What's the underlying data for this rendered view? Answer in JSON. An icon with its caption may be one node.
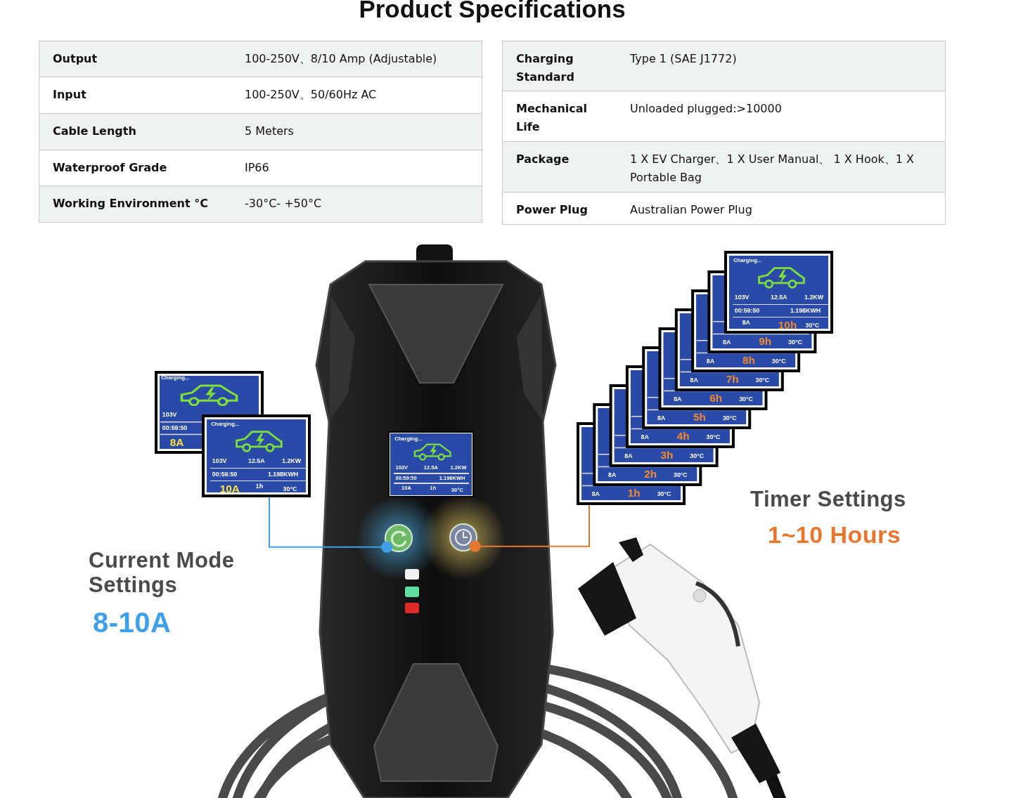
{
  "diagram": {
    "title": "Product Specifications",
    "nodes": [
      {
        "text": [
          "Charging...",
          "103V",
          "00:59:50",
          "8A"
        ]
      },
      {
        "text": [
          "Charging...",
          "103V",
          "12.5A",
          "1.2KW",
          "00:59:50",
          "1.198KWH",
          "10A",
          "1h",
          "30°C"
        ]
      },
      {
        "text": [
          "Charging...",
          "103V",
          "12.5A",
          "1.2KW",
          "00:59:50",
          "1.198KWH",
          "10A",
          "1h",
          "30°C"
        ]
      },
      {
        "text": [],
        "shape": "circle"
      },
      {
        "text": [],
        "shape": "circle"
      },
      {
        "text": [
          "8A",
          "1h",
          "30°C"
        ]
      },
      {
        "text": [
          "8A",
          "2h",
          "30°C"
        ]
      },
      {
        "text": [
          "8A",
          "3h",
          "30°C"
        ]
      },
      {
        "text": [
          "8A",
          "4h",
          "30°C"
        ]
      },
      {
        "text": [
          "8A",
          "5h",
          "30°C"
        ]
      },
      {
        "text": [
          "8A",
          "6h",
          "30°C"
        ]
      },
      {
        "text": [
          "8A",
          "7h",
          "30°C"
        ]
      },
      {
        "text": [
          "8A",
          "8h",
          "30°C"
        ]
      },
      {
        "text": [
          "8A",
          "9h",
          "30°C"
        ]
      },
      {
        "text": [
          "Charging...",
          "103V",
          "12.5A",
          "1.2KW",
          "00:59:50",
          "1.198KWH",
          "8A",
          "10h",
          "30°C"
        ]
      }
    ],
    "edges": [
      {
        "from": 3,
        "to": 1,
        "arrow": "other",
        "color": "#3ea0e8"
      },
      {
        "from": 4,
        "to": 5,
        "arrow": "other",
        "color": "#e8772e"
      }
    ],
    "labels": [
      "Output",
      "100-250V、8/10 Amp (Adjustable)",
      "Input",
      "100-250V、50/60Hz AC",
      "Cable Length",
      "5 Meters",
      "Waterproof Grade",
      "IP66",
      "Working Environment °C",
      "-30°C- +50°C",
      "Charging Standard",
      "Type 1 (SAE J1772)",
      "Mechanical Life",
      "Unloaded plugged:>10000",
      "Package",
      "1 X EV Charger、1 X User Manual、 1 X Hook、1 X Portable Bag",
      "Power Plug",
      "Australian Power Plug",
      "Current Mode Settings",
      "8-10A",
      "Timer Settings",
      "1~10 Hours"
    ]
  }
}
